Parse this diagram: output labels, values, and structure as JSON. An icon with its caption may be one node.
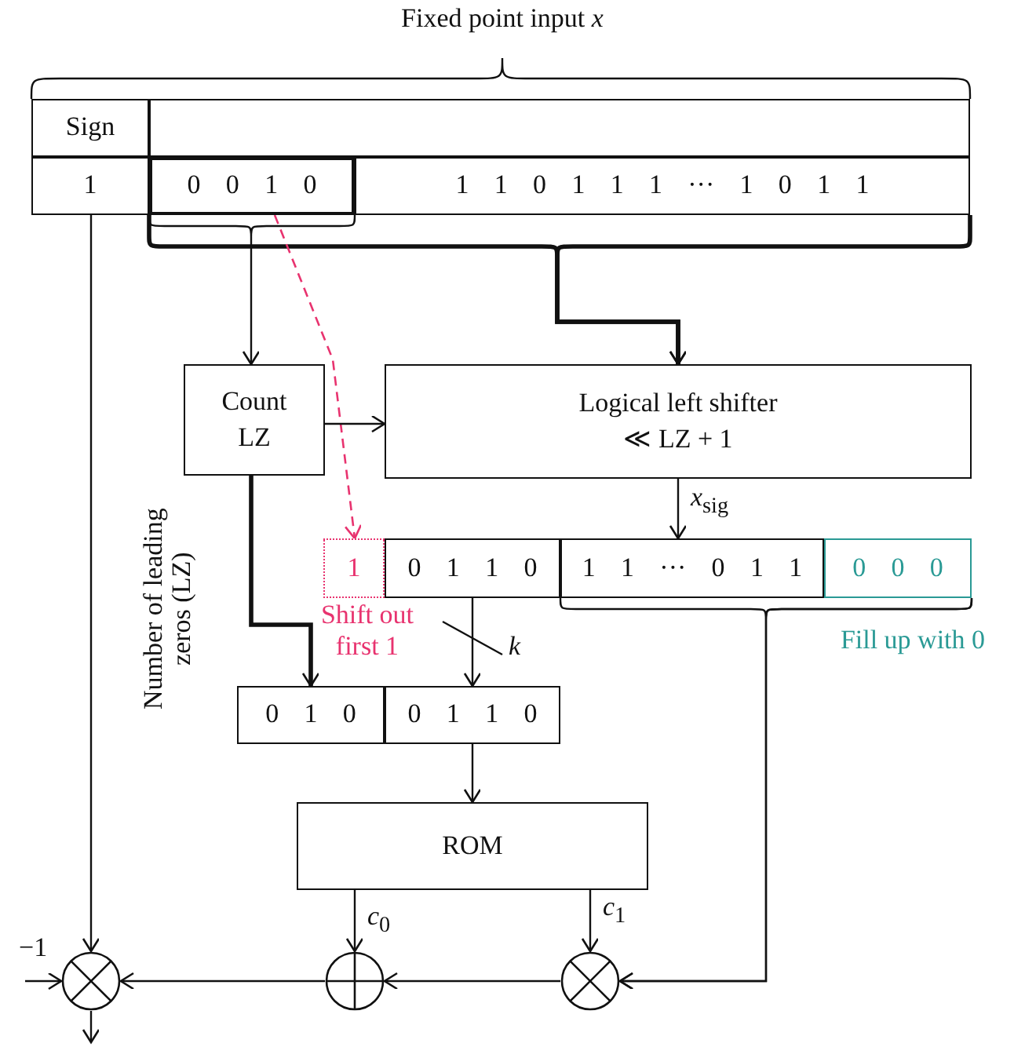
{
  "diagram": {
    "title": "Fixed point input *x*",
    "nodes": [
      {
        "text": [
          "Sign"
        ]
      },
      {
        "text": [],
        "shape": "box"
      },
      {
        "text": [
          "1"
        ]
      },
      {
        "text": [
          "0 0 1 0"
        ]
      },
      {
        "text": [
          "1 1 0 1 1 1 ··· 1 0 1 1"
        ]
      },
      {
        "text": [
          "Count LZ"
        ]
      },
      {
        "text": [
          "Logical left shifter",
          "≪ LZ + 1"
        ]
      },
      {
        "text": [
          "1"
        ],
        "beside": [
          "Shift out first 1"
        ]
      },
      {
        "text": [
          "0 1 1 0"
        ]
      },
      {
        "text": [
          "1 1 ··· 0 1 1"
        ]
      },
      {
        "text": [
          "0 0 0"
        ],
        "beside": [
          "Fill up with 0"
        ]
      },
      {
        "text": [
          "0 1 0"
        ]
      },
      {
        "text": [
          "0 1 1 0"
        ]
      },
      {
        "text": [
          "ROM"
        ]
      },
      {
        "text": [],
        "shape": "circle"
      },
      {
        "text": [],
        "shape": "circle"
      },
      {
        "text": [],
        "shape": "circle"
      }
    ],
    "edges": [
      {
        "from": 2,
        "to": 14,
        "arrow": "to"
      },
      {
        "from": 3,
        "to": 5,
        "arrow": "to"
      },
      {
        "from": 3,
        "to": 6,
        "arrow": "to",
        "style": "thick"
      },
      {
        "from": 4,
        "to": 6,
        "arrow": "to",
        "style": "thick"
      },
      {
        "from": 3,
        "to": 7,
        "arrow": "to",
        "style": "dashed",
        "color": "#e8336f"
      },
      {
        "from": 5,
        "to": 6,
        "arrow": "to"
      },
      {
        "from": 6,
        "to": 9,
        "arrow": "to",
        "label": "*x*$_{sig}$"
      },
      {
        "from": 5,
        "to": 11,
        "arrow": "to",
        "style": "thick"
      },
      {
        "from": 8,
        "to": 12,
        "arrow": "to"
      },
      {
        "from": 12,
        "to": 13,
        "arrow": "to"
      },
      {
        "from": 9,
        "to": 16,
        "arrow": "to"
      },
      {
        "from": 10,
        "to": 16,
        "arrow": "to"
      },
      {
        "from": 13,
        "to": 15,
        "arrow": "to",
        "label": "*c*$_{0}$"
      },
      {
        "from": 13,
        "to": 16,
        "arrow": "to",
        "label": "*c*$_{1}$"
      },
      {
        "from": 16,
        "to": 15,
        "arrow": "to"
      },
      {
        "from": 15,
        "to": 14,
        "arrow": "to"
      },
      {
        "from": null,
        "to": 14,
        "arrow": "to",
        "label": "−1"
      },
      {
        "from": 14,
        "to": null,
        "arrow": "to"
      }
    ],
    "labels": [
      "Number of leading zeros (LZ)",
      "*k*"
    ]
  }
}
